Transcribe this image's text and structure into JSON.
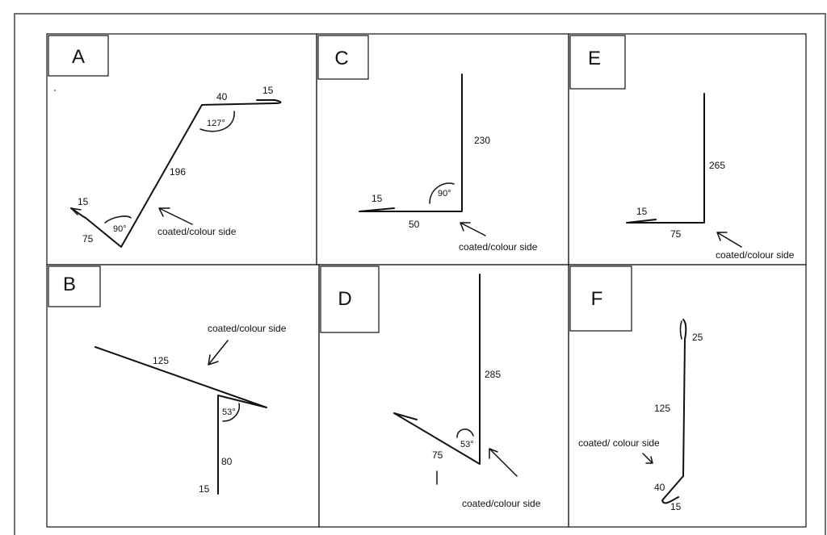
{
  "panels": {
    "A": {
      "label": "A",
      "dims": {
        "top_flange": "40",
        "hem_top": "15",
        "diagonal": "196",
        "bottom": "75",
        "hem_bottom": "15"
      },
      "angles": {
        "top": "127°",
        "bottom": "90°"
      },
      "note": "coated/colour side"
    },
    "B": {
      "label": "B",
      "dims": {
        "diagonal": "125",
        "vertical": "80",
        "hem": "15"
      },
      "angles": {
        "a": "53°"
      },
      "note": "coated/colour side"
    },
    "C": {
      "label": "C",
      "dims": {
        "vertical": "230",
        "horizontal": "50",
        "hem": "15"
      },
      "angles": {
        "a": "90°"
      },
      "note": "coated/colour side"
    },
    "D": {
      "label": "D",
      "dims": {
        "vertical": "285",
        "diagonal": "75"
      },
      "angles": {
        "a": "53°"
      },
      "note": "coated/colour side"
    },
    "E": {
      "label": "E",
      "dims": {
        "vertical": "265",
        "horizontal": "75",
        "hem": "15"
      },
      "note": "coated/colour side"
    },
    "F": {
      "label": "F",
      "dims": {
        "top_hem": "25",
        "vertical": "125",
        "bottom": "40",
        "bottom_hem": "15"
      },
      "note": "coated/ colour side"
    }
  }
}
